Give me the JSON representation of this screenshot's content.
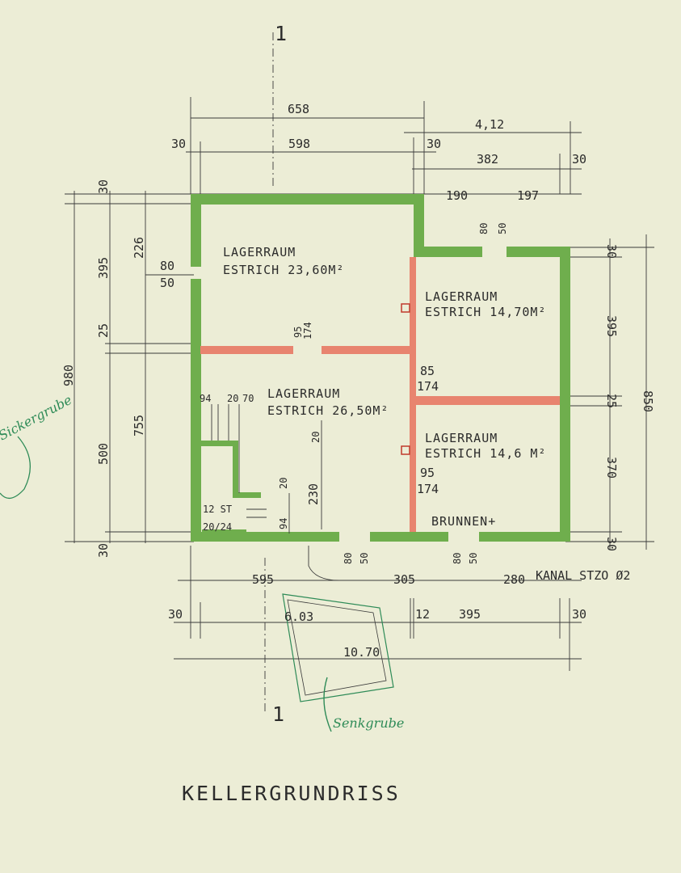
{
  "title": "KELLERGRUNDRISS",
  "section_marker": "1",
  "rooms": [
    {
      "name": "LAGERRAUM",
      "floor": "ESTRICH 23,60M²"
    },
    {
      "name": "LAGERRAUM",
      "floor": "ESTRICH 14,70M²"
    },
    {
      "name": "LAGERRAUM",
      "floor": "ESTRICH 26,50M²"
    },
    {
      "name": "LAGERRAUM",
      "floor": "ESTRICH 14,6 M²"
    }
  ],
  "labels": {
    "brunnen": "BRUNNEN+",
    "stairs_count": "12 ST",
    "stairs_ratio": "20/24",
    "kanal": "KANAL STZO Ø2",
    "handwritten_left": "Sickergrube",
    "handwritten_bottom": "Senkgrube",
    "pit_size": "10.70",
    "pit_width": "6.03"
  },
  "dimensions": {
    "top": [
      "658",
      "4,12",
      "30",
      "598",
      "30",
      "382",
      "30",
      "190",
      "197"
    ],
    "left": [
      "30",
      "226",
      "395",
      "80",
      "50",
      "25",
      "980",
      "500",
      "755",
      "30"
    ],
    "right": [
      "30",
      "395",
      "25",
      "850",
      "370",
      "30"
    ],
    "interior": [
      "95",
      "174",
      "85",
      "174",
      "95",
      "174",
      "94",
      "20",
      "70",
      "20",
      "230",
      "20",
      "94",
      "80",
      "50",
      "80",
      "50",
      "80",
      "50"
    ],
    "bottom": [
      "595",
      "305",
      "280",
      "30",
      "12",
      "395",
      "30"
    ]
  }
}
